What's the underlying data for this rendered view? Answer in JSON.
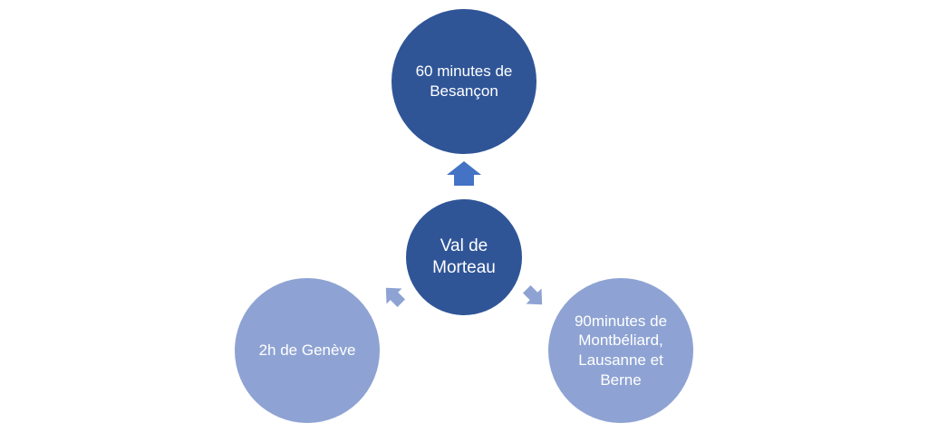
{
  "diagram": {
    "center": {
      "label": "Val de Morteau"
    },
    "top": {
      "label": "60 minutes de Besançon"
    },
    "left": {
      "label": "2h de Genève"
    },
    "right": {
      "label": "90minutes de Montbéliard, Lausanne et Berne"
    }
  },
  "colors": {
    "primary": "#2f5597",
    "arrow_primary": "#4472c4",
    "secondary": "#8ea3d3",
    "text": "#ffffff"
  }
}
